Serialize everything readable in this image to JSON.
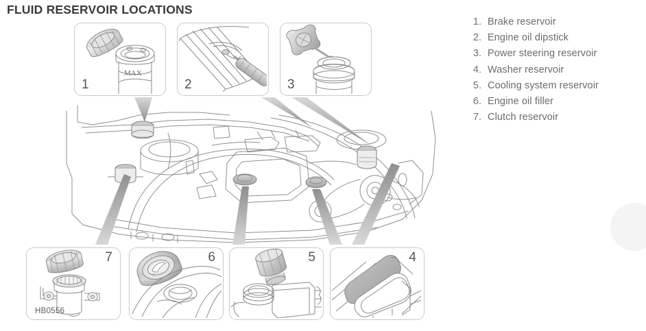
{
  "document": {
    "title": "FLUID RESERVOIR LOCATIONS",
    "figure_code": "HB0556"
  },
  "legend": {
    "items": [
      {
        "num": "1.",
        "label": "Brake reservoir"
      },
      {
        "num": "2.",
        "label": "Engine oil dipstick"
      },
      {
        "num": "3.",
        "label": "Power steering reservoir"
      },
      {
        "num": "4.",
        "label": "Washer reservoir"
      },
      {
        "num": "5.",
        "label": "Cooling system reservoir"
      },
      {
        "num": "6.",
        "label": "Engine oil filler"
      },
      {
        "num": "7.",
        "label": "Clutch reservoir"
      }
    ]
  },
  "panels": {
    "top": [
      {
        "num": "1",
        "subject": "brake-reservoir",
        "marking": "MAX"
      },
      {
        "num": "2",
        "subject": "engine-oil-dipstick"
      },
      {
        "num": "3",
        "subject": "power-steering-reservoir"
      }
    ],
    "bottom": [
      {
        "num": "7",
        "subject": "clutch-reservoir"
      },
      {
        "num": "6",
        "subject": "engine-oil-filler"
      },
      {
        "num": "5",
        "subject": "cooling-system-reservoir"
      },
      {
        "num": "4",
        "subject": "washer-reservoir"
      }
    ]
  },
  "colors": {
    "title": "#3a3a3a",
    "legend_text": "#6b6b6b",
    "line_art": "#8a8a8a",
    "panel_border": "#c9c9c9",
    "leader": "#b4b4b4",
    "background": "#ffffff"
  }
}
